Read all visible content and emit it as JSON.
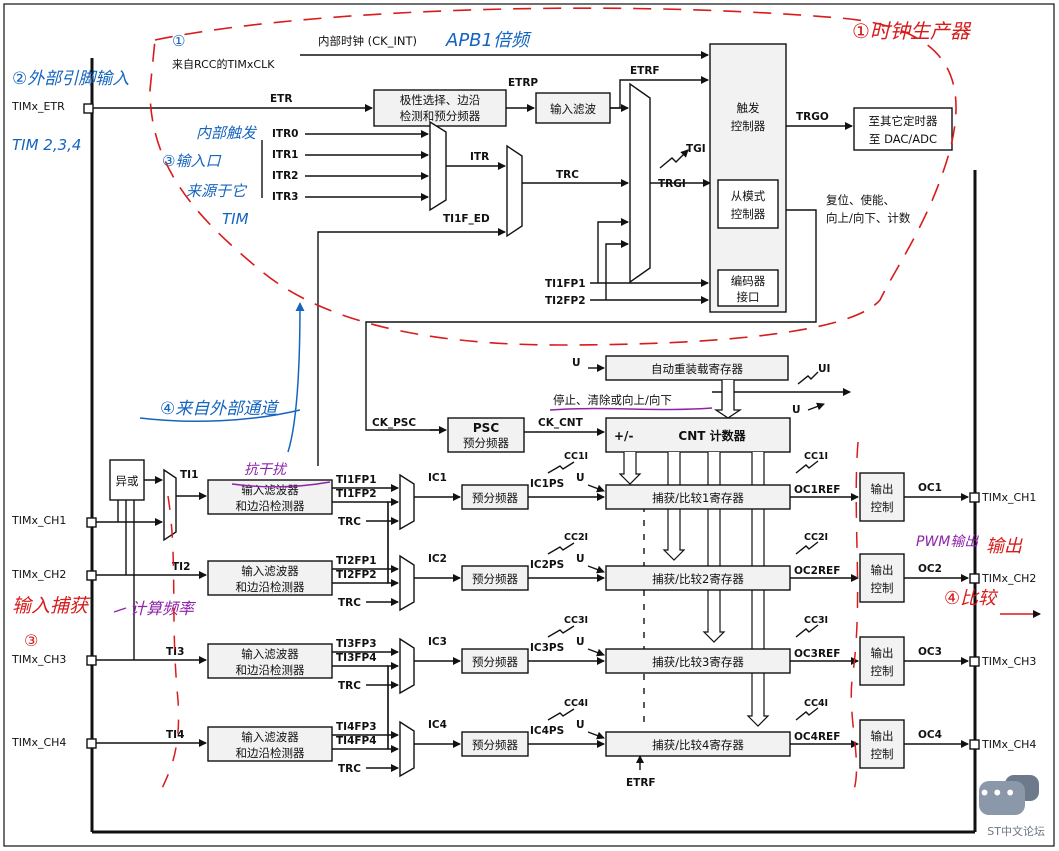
{
  "header": {
    "clock_source": "来自RCC的TIMxCLK",
    "internal_clock": "内部时钟 (CK_INT)"
  },
  "pins": {
    "etr": "TIMx_ETR",
    "ch1": "TIMx_CH1",
    "ch2": "TIMx_CH2",
    "ch3": "TIMx_CH3",
    "ch4": "TIMx_CH4",
    "out1": "TIMx_CH1",
    "out2": "TIMx_CH2",
    "out3": "TIMx_CH3",
    "out4": "TIMx_CH4"
  },
  "signals": {
    "etr": "ETR",
    "etrp": "ETRP",
    "etrf": "ETRF",
    "itr0": "ITR0",
    "itr1": "ITR1",
    "itr2": "ITR2",
    "itr3": "ITR3",
    "itr": "ITR",
    "trc": "TRC",
    "trgi": "TRGI",
    "tgi": "TGI",
    "ti1f_ed": "TI1F_ED",
    "ti1fp1": "TI1FP1",
    "ti2fp2": "TI2FP2",
    "trgo": "TRGO",
    "ck_psc": "CK_PSC",
    "ck_cnt": "CK_CNT",
    "u": "U",
    "ui": "UI",
    "etrf_bottom": "ETRF"
  },
  "blocks": {
    "polarity_line1": "极性选择、边沿",
    "polarity_line2": "检测和预分频器",
    "input_filter": "输入滤波",
    "trigger_line1": "触发",
    "trigger_line2": "控制器",
    "slave_line1": "从模式",
    "slave_line2": "控制器",
    "encoder_line1": "编码器",
    "encoder_line2": "接口",
    "trgo_target1": "至其它定时器",
    "trgo_target2": "至 DAC/ADC",
    "slave_actions1": "复位、使能、",
    "slave_actions2": "向上/向下、计数",
    "arr": "自动重装载寄存器",
    "stop_clear": "停止、清除或向上/向下",
    "psc_title": "PSC",
    "psc_sub": "预分频器",
    "cnt_sign": "+/-",
    "cnt_label": "CNT 计数器",
    "xor": "异或",
    "filter_line1": "输入滤波器",
    "filter_line2": "和边沿检测器",
    "prescaler": "预分频器",
    "output_line1": "输出",
    "output_line2": "控制"
  },
  "channels": [
    {
      "ti": "TI1",
      "fpA": "TI1FP1",
      "fpB": "TI1FP2",
      "trc": "TRC",
      "ic": "IC1",
      "icps": "IC1PS",
      "cci": "CC1I",
      "u": "U",
      "ccr": "捕获/比较1寄存器",
      "ref": "OC1REF",
      "cci_out": "CC1I",
      "oc": "OC1"
    },
    {
      "ti": "TI2",
      "fpA": "TI2FP1",
      "fpB": "TI2FP2",
      "trc": "TRC",
      "ic": "IC2",
      "icps": "IC2PS",
      "cci": "CC2I",
      "u": "U",
      "ccr": "捕获/比较2寄存器",
      "ref": "OC2REF",
      "cci_out": "CC2I",
      "oc": "OC2"
    },
    {
      "ti": "TI3",
      "fpA": "TI3FP3",
      "fpB": "TI3FP4",
      "trc": "TRC",
      "ic": "IC3",
      "icps": "IC3PS",
      "cci": "CC3I",
      "u": "U",
      "ccr": "捕获/比较3寄存器",
      "ref": "OC3REF",
      "cci_out": "CC3I",
      "oc": "OC3"
    },
    {
      "ti": "TI4",
      "fpA": "TI4FP3",
      "fpB": "TI4FP4",
      "trc": "TRC",
      "ic": "IC4",
      "icps": "IC4PS",
      "cci": "CC4I",
      "u": "U",
      "ccr": "捕获/比较4寄存器",
      "ref": "OC4REF",
      "cci_out": "CC4I",
      "oc": "OC4"
    }
  ],
  "annotations": {
    "clock_gen": "①时钟生产器",
    "circle1": "①",
    "apb1": "APB1倍频",
    "ext_pin": "②外部引脚输入",
    "tim234": "TIM 2,3,4",
    "internal_trigger1": "内部触发",
    "internal_trigger2": "③输入口",
    "internal_trigger3": "来源于它",
    "internal_trigger4": "TIM",
    "from_channel": "④来自外部通道",
    "filter_note": "抗干扰",
    "input_capture": "输入捕获",
    "circle3": "③",
    "calc_freq": "计算频率",
    "pwm": "PWM输出",
    "output": "输出",
    "compare": "④比较"
  },
  "watermark": "ST中文论坛",
  "colors": {
    "ink": "#111111",
    "hand_blue": "#1565c0",
    "hand_red": "#d81b1b",
    "hand_purple": "#8e24aa",
    "block_fill": "#f2f2f2"
  }
}
